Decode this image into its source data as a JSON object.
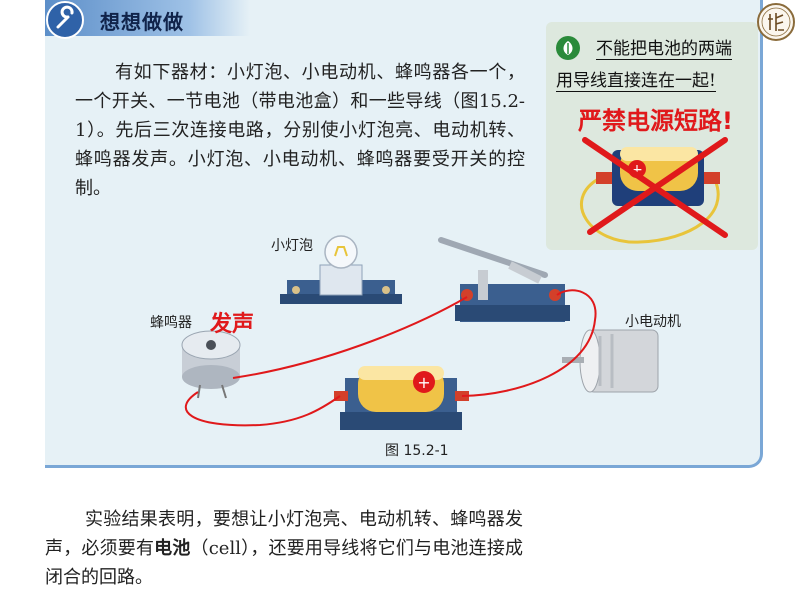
{
  "header": {
    "title": "想想做做"
  },
  "intro": {
    "paragraph": "有如下器材：小灯泡、小电动机、蜂鸣器各一个，一个开关、一节电池（带电池盒）和一些导线（图15.2-1）。先后三次连接电路，分别使小灯泡亮、电动机转、蜂鸣器发声。小灯泡、小电动机、蜂鸣器要受开关的控制。"
  },
  "warning": {
    "line1": "不能把电池的两端",
    "line2": "用导线直接连在一起!",
    "annotation": "严禁电源短路!"
  },
  "figure": {
    "labels": {
      "bulb": "小灯泡",
      "buzzer": "蜂鸣器",
      "motor": "小电动机"
    },
    "annotation_sound": "发声",
    "battery_symbol": "+",
    "caption": "图 15.2-1"
  },
  "conclusion": {
    "before": "实验结果表明，要想让小灯泡亮、电动机转、蜂鸣器发声，必须要有",
    "bold": "电池",
    "after": "（cell），还要用导线将它们与电池连接成闭合的回路。"
  },
  "colors": {
    "panel_bg": "#e6f1f6",
    "accent_blue": "#2f62a8",
    "wire_red": "#e0191b",
    "warn_bg": "#dde8de"
  },
  "icons": [
    "wrench-icon",
    "leaf-icon",
    "seal-icon"
  ]
}
